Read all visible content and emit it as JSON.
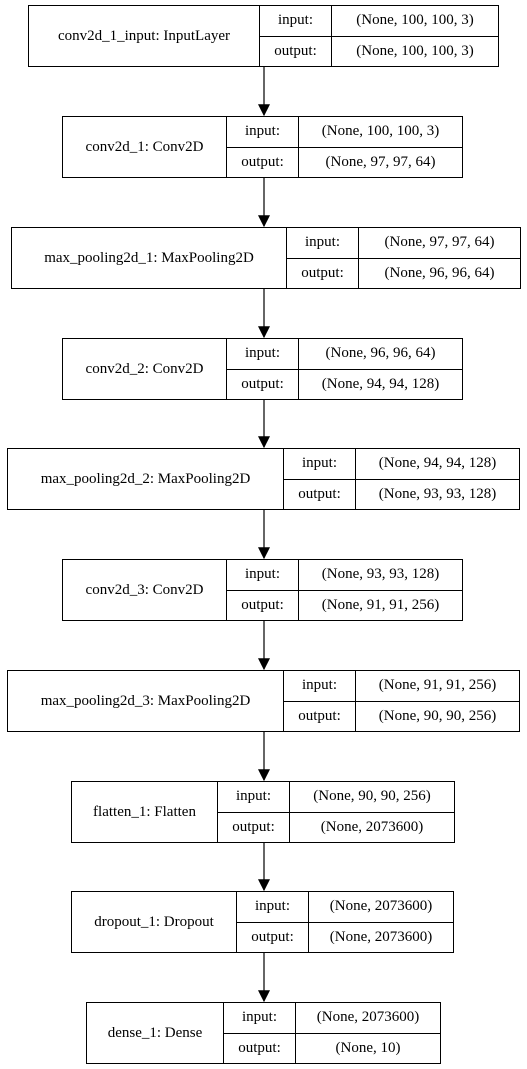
{
  "diagram": {
    "type": "keras-model-plot",
    "io_labels": {
      "input": "input:",
      "output": "output:"
    },
    "layers": [
      {
        "name": "conv2d_1_input: InputLayer",
        "input": "(None, 100, 100, 3)",
        "output": "(None, 100, 100, 3)"
      },
      {
        "name": "conv2d_1: Conv2D",
        "input": "(None, 100, 100, 3)",
        "output": "(None, 97, 97, 64)"
      },
      {
        "name": "max_pooling2d_1: MaxPooling2D",
        "input": "(None, 97, 97, 64)",
        "output": "(None, 96, 96, 64)"
      },
      {
        "name": "conv2d_2: Conv2D",
        "input": "(None, 96, 96, 64)",
        "output": "(None, 94, 94, 128)"
      },
      {
        "name": "max_pooling2d_2: MaxPooling2D",
        "input": "(None, 94, 94, 128)",
        "output": "(None, 93, 93, 128)"
      },
      {
        "name": "conv2d_3: Conv2D",
        "input": "(None, 93, 93, 128)",
        "output": "(None, 91, 91, 256)"
      },
      {
        "name": "max_pooling2d_3: MaxPooling2D",
        "input": "(None, 91, 91, 256)",
        "output": "(None, 90, 90, 256)"
      },
      {
        "name": "flatten_1: Flatten",
        "input": "(None, 90, 90, 256)",
        "output": "(None, 2073600)"
      },
      {
        "name": "dropout_1: Dropout",
        "input": "(None, 2073600)",
        "output": "(None, 2073600)"
      },
      {
        "name": "dense_1: Dense",
        "input": "(None, 2073600)",
        "output": "(None, 10)"
      }
    ]
  }
}
